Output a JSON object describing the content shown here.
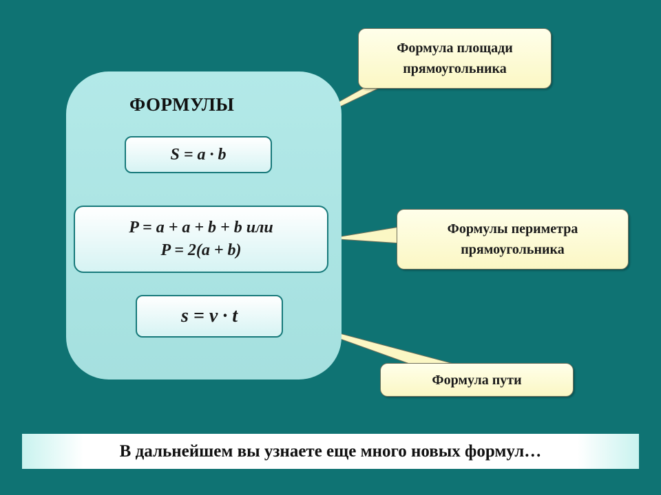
{
  "panel": {
    "title": "ФОРМУЛЫ",
    "formulas": [
      {
        "lines": [
          "S = a · b"
        ]
      },
      {
        "lines": [
          "P = a + a + b + b или",
          "P = 2(a + b)"
        ]
      },
      {
        "lines": [
          "s = v · t"
        ]
      }
    ]
  },
  "callouts": [
    {
      "lines": [
        "Формула площади",
        "прямоугольника"
      ]
    },
    {
      "lines": [
        "Формулы периметра",
        "прямоугольника"
      ]
    },
    {
      "lines": [
        "Формула пути"
      ]
    }
  ],
  "footer": {
    "text": "В дальнейшем вы узнаете еще много новых формул…"
  },
  "colors": {
    "background": "#0f7373",
    "panel": "#a9e3e2",
    "callout": "#fbf7c4",
    "formula_border": "#17797a"
  }
}
